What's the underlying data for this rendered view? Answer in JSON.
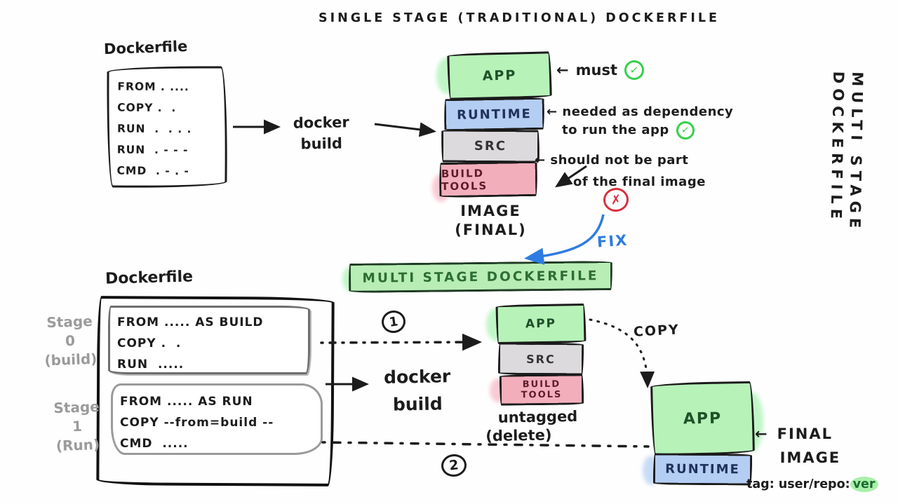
{
  "icons": {
    "arrow_left": "←",
    "check": "✓",
    "cross": "✗"
  },
  "colors": {
    "green": "#b7f2b9",
    "green_dark": "#1e5129",
    "blue": "#b4cdf3",
    "blue_dark": "#20315c",
    "gray": "#dcdadd",
    "gray_dark": "#333333",
    "pink": "#f3aebb",
    "pink_dark": "#5d1b2a",
    "check_green": "#35d04a",
    "cross_red": "#d8303f",
    "fix_blue": "#2e7ce2",
    "ink": "#1c1c1c",
    "muted": "#9b9b9b",
    "banner_bg": "#b9edb6",
    "banner_text": "#2d6e35",
    "banner_border": "#1d3a22",
    "ver_highlight": "#a9efab",
    "ver_text": "#1d6b30"
  },
  "title": "SINGLE STAGE (TRADITIONAL) DOCKERFILE",
  "single_stage": {
    "dockerfile_label": "Dockerfile",
    "code_lines": [
      "FROM . ....",
      "COPY .  .",
      "RUN  .  . . .",
      "RUN  . - - -",
      "CMD  . - . -"
    ],
    "build_label_line1": "docker",
    "build_label_line2": "build",
    "stack": {
      "layer0": "APP",
      "layer1": "RUNTIME",
      "layer2": "SRC",
      "layer3": "BUILD TOOLS",
      "caption_line1": "IMAGE",
      "caption_line2": "(FINAL)"
    },
    "note_must": "must",
    "note_dep_line1": "needed as dependency",
    "note_dep_line2": "to run the app",
    "note_excl_line1": "should not be part",
    "note_excl_line2": "of the final image",
    "fix_label": "FIX"
  },
  "banner_label": "MULTI STAGE DOCKERFILE",
  "side_label_line1": "MULTI STAGE",
  "side_label_line2": "DOCKERFILE",
  "multi_stage": {
    "dockerfile_label": "Dockerfile",
    "stage0_label_line1": "Stage",
    "stage0_label_line2": "0",
    "stage0_label_line3": "(build)",
    "stage0_lines": [
      "FROM ..... AS BUILD",
      "COPY .  .",
      "RUN  ....."
    ],
    "stage1_label_line1": "Stage",
    "stage1_label_line2": "1",
    "stage1_label_line3": "(Run)",
    "stage1_lines": [
      "FROM ..... AS RUN",
      "COPY --from=build --",
      "CMD  ....."
    ],
    "build_label_line1": "docker",
    "build_label_line2": "build",
    "step1": "1",
    "step2": "2",
    "untagged": {
      "layer0": "APP",
      "layer1": "SRC",
      "layer2": "BUILD TOOLS",
      "caption_line1": "untagged",
      "caption_line2": "(delete)"
    },
    "copy_label": "COPY",
    "final": {
      "layer0": "APP",
      "layer1": "RUNTIME",
      "note_line1": "FINAL",
      "note_line2": "IMAGE",
      "tag_prefix": "tag: user/repo:",
      "tag_version": "ver"
    }
  }
}
